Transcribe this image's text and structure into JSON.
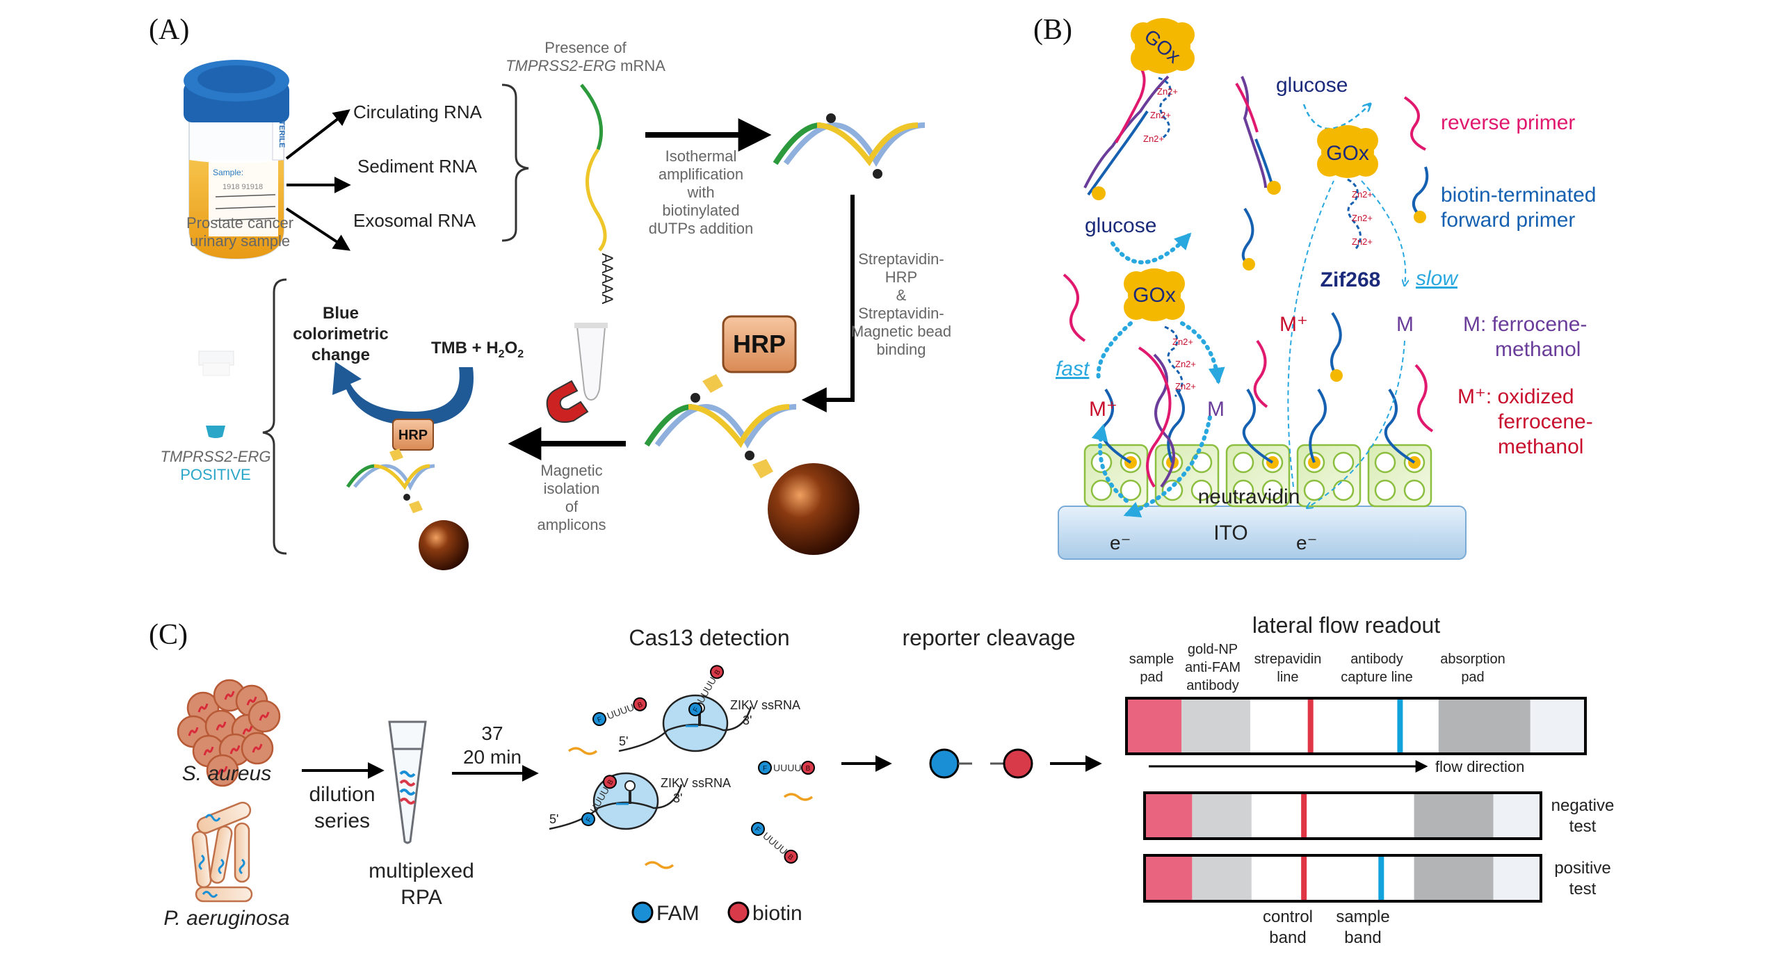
{
  "panels": {
    "a": {
      "label": "(A)",
      "cup": {
        "sterile": "STERILE",
        "sample_label": "Sample:",
        "sample_id": "1918 91918"
      },
      "sample_caption": [
        "Prostate cancer",
        "urinary sample"
      ],
      "rna_types": [
        "Circulating RNA",
        "Sediment RNA",
        "Exosomal RNA"
      ],
      "mrna_caption_1": "Presence of",
      "mrna_caption_2_italic": "TMPRSS2-ERG",
      "mrna_caption_2_rest": " mRNA",
      "poly_a": "AAAAA",
      "amplification": [
        "Isothermal",
        "amplification",
        "with",
        "biotinylated",
        "dUTPs addition"
      ],
      "binding": [
        "Streptavidin-",
        "HRP",
        "&",
        "Streptavidin-",
        "Magnetic bead",
        "binding"
      ],
      "hrp_label": "HRP",
      "magnetic": [
        "Magnetic",
        "isolation",
        "of",
        "amplicons"
      ],
      "colorimetric": [
        "Blue",
        "colorimetric",
        "change"
      ],
      "tmb": "TMB + H",
      "tmb_sub1": "2",
      "tmb_o": "O",
      "tmb_sub2": "2",
      "result_gene": "TMPRSS2-ERG",
      "result_status": "POSITIVE",
      "colors": {
        "positive": "#2aa6c9",
        "arrow_blue": "#1f5a96",
        "hrp": "#e8a877"
      }
    },
    "b": {
      "label": "(B)",
      "gox": "GOx",
      "zn": "Zn2+",
      "glucose": "glucose",
      "zif": "Zif268",
      "fast": "fast",
      "slow": "slow",
      "m": "M",
      "m_plus": "M⁺",
      "neutravidin": "neutravidin",
      "ito": "ITO",
      "electron": "e⁻",
      "legend": {
        "reverse_primer": "reverse primer",
        "forward_primer": [
          "biotin-terminated",
          "forward primer"
        ],
        "m_def": [
          "M: ferrocene-",
          "methanol"
        ],
        "mplus_def": [
          "M⁺: oxidized",
          "ferrocene-",
          "methanol"
        ]
      },
      "colors": {
        "pink": "#e0196e",
        "navy": "#1b2a7a",
        "blue": "#1560b0",
        "purple": "#6a3d9a",
        "red": "#c8102e",
        "cyan": "#29a8e0",
        "gold": "#f5b800"
      }
    },
    "c": {
      "label": "(C)",
      "organisms": [
        "S. aureus",
        "P. aeruginosa"
      ],
      "dilution": [
        "dilution",
        "series"
      ],
      "rpa": [
        "multiplexed",
        "RPA"
      ],
      "incubation": [
        "37",
        "20 min"
      ],
      "cas13_title": "Cas13 detection",
      "ssrna": "ZIKV ssRNA",
      "five_prime": "5'",
      "three_prime": "3'",
      "reporter": "UUUUU",
      "fam_letter": "F",
      "biotin_letter": "B",
      "cleavage_title": "reporter cleavage",
      "legend": {
        "fam": "FAM",
        "biotin": "biotin"
      },
      "lateral_title": "lateral flow readout",
      "strip_labels": [
        [
          "sample",
          "pad"
        ],
        [
          "gold-NP",
          "anti-FAM",
          "antibody"
        ],
        [
          "strepavidin",
          "line"
        ],
        [
          "antibody",
          "capture line"
        ],
        [
          "absorption",
          "pad"
        ]
      ],
      "flow_direction": "flow direction",
      "tests": [
        {
          "name": [
            "negative",
            "test"
          ],
          "sample_band": false
        },
        {
          "name": [
            "positive",
            "test"
          ],
          "sample_band": true
        }
      ],
      "band_labels": [
        [
          "control",
          "band"
        ],
        [
          "sample",
          "band"
        ]
      ],
      "colors": {
        "fam": "#1a8fd6",
        "biotin": "#d93a4a",
        "sample_pad": "#e9647f",
        "conjugate_pad": "#d0d2d4",
        "control_line": "#e03545",
        "test_line": "#12a3dc",
        "absorption": "#b3b4b6",
        "end": "#eef1f5"
      }
    }
  }
}
